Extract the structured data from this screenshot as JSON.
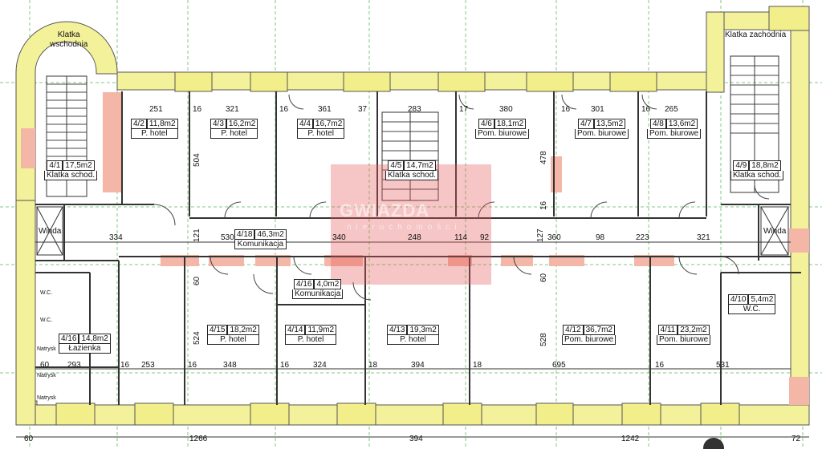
{
  "rooms": [
    {
      "code": "4/1",
      "area": "17,5m2",
      "name": "Klatka schod."
    },
    {
      "code": "4/2",
      "area": "11,8m2",
      "name": "P. hotel"
    },
    {
      "code": "4/3",
      "area": "16,2m2",
      "name": "P. hotel"
    },
    {
      "code": "4/4",
      "area": "16,7m2",
      "name": "P. hotel"
    },
    {
      "code": "4/5",
      "area": "14,7m2",
      "name": "Klatka schod."
    },
    {
      "code": "4/6",
      "area": "18,1m2",
      "name": "Pom. biurowe"
    },
    {
      "code": "4/7",
      "area": "13,5m2",
      "name": "Pom. biurowe"
    },
    {
      "code": "4/8",
      "area": "13,6m2",
      "name": "Pom. biurowe"
    },
    {
      "code": "4/9",
      "area": "18,8m2",
      "name": "Klatka schod."
    },
    {
      "code": "4/18",
      "area": "46,3m2",
      "name": "Komunikacja"
    },
    {
      "code": "4/16",
      "area": "4,0m2",
      "name": "Komunikacja"
    },
    {
      "code": "4/10",
      "area": "5,4m2",
      "name": "W.C."
    },
    {
      "code": "4/16",
      "area": "14,8m2",
      "name": "Łazienka"
    },
    {
      "code": "4/15",
      "area": "18,2m2",
      "name": "P. hotel"
    },
    {
      "code": "4/14",
      "area": "11,9m2",
      "name": "P. hotel"
    },
    {
      "code": "4/13",
      "area": "19,3m2",
      "name": "P. hotel"
    },
    {
      "code": "4/12",
      "area": "36,7m2",
      "name": "Pom. biurowe"
    },
    {
      "code": "4/11",
      "area": "23,2m2",
      "name": "Pom. biurowe"
    }
  ],
  "labels": {
    "east_stair": "Klatka\nwschodnia",
    "west_stair": "Klatka zachodnia",
    "lift_left": "Winda",
    "lift_right": "Winda",
    "wc1": "W.C.",
    "wc2": "W.C.",
    "shower1": "Natrysk",
    "shower2": "Natrysk",
    "shower3": "Natrysk",
    "watermark": "GWIAZDA",
    "watermark_sub": "nieruchomości"
  },
  "dims_top": [
    "251",
    "16",
    "321",
    "16",
    "361",
    "37",
    "283",
    "17",
    "380",
    "16",
    "301",
    "16",
    "265"
  ],
  "dims_corridor": [
    "334",
    "121",
    "530",
    "340",
    "248",
    "114",
    "92",
    "127",
    "360",
    "98",
    "223",
    "321"
  ],
  "dims_bottom_rooms": [
    "60",
    "293",
    "16",
    "253",
    "16",
    "348",
    "16",
    "324",
    "18",
    "394",
    "18",
    "695",
    "16",
    "531"
  ],
  "dims_overall": [
    "60",
    "1266",
    "394",
    "1242",
    "72"
  ],
  "dims_vertical": [
    "504",
    "478",
    "16",
    "60",
    "524",
    "60",
    "528"
  ],
  "colors": {
    "wall": "#f3f199",
    "wall_stroke": "#555",
    "pier": "#f2ee8a",
    "highlight": "#f4b6a6",
    "grid": "#7fc97f"
  }
}
